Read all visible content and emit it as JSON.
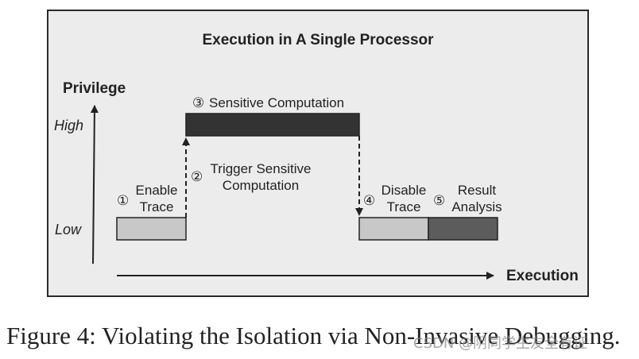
{
  "diagram": {
    "title": "Execution in A Single Processor",
    "y_axis_label": "Privilege",
    "x_axis_label": "Execution",
    "levels": {
      "high": "High",
      "low": "Low"
    },
    "steps": [
      {
        "number": "①",
        "line1": "Enable",
        "line2": "Trace"
      },
      {
        "number": "②",
        "line1": "Trigger Sensitive",
        "line2": "Computation"
      },
      {
        "number": "③",
        "line1": "Sensitive Computation",
        "line2": ""
      },
      {
        "number": "④",
        "line1": "Disable",
        "line2": "Trace"
      },
      {
        "number": "⑤",
        "line1": "Result",
        "line2": "Analysis"
      }
    ],
    "colors": {
      "light_block": "#c8c8c8",
      "dark_block": "#333333",
      "medium_block": "#5c5c5c",
      "frame_bg": "#ececec"
    }
  },
  "caption": "Figure 4: Violating the Isolation via Non-Invasive Debugging.",
  "watermark": "CSDN @阴同学生友全有证"
}
